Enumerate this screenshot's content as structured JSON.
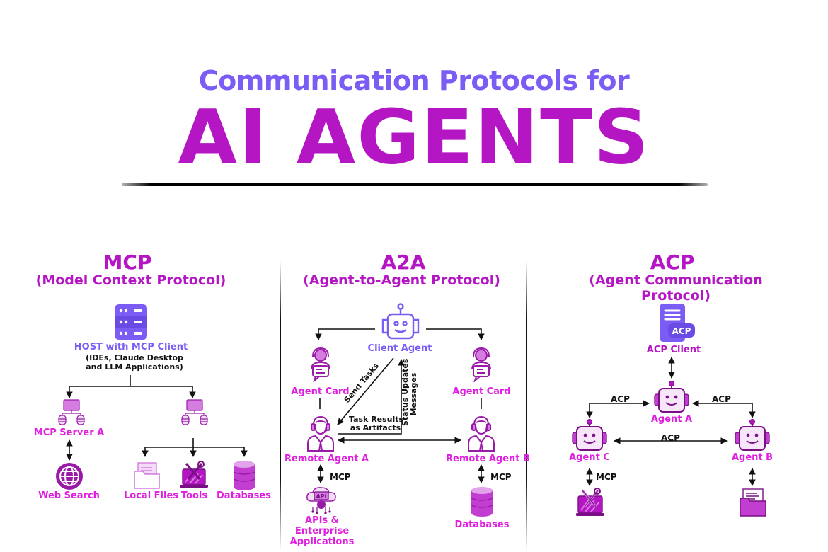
{
  "header": {
    "subtitle": "Communication Protocols for",
    "title": "AI AGENTS"
  },
  "colors": {
    "magenta": "#b516c4",
    "label_magenta": "#e01ee0",
    "violet": "#7b5cf5",
    "icon_fill": "#d47ce0",
    "icon_light": "#f3dcf6",
    "line": "#111111"
  },
  "mcp": {
    "title": "MCP",
    "subtitle": "(Model Context Protocol)",
    "host_label": "HOST with MCP Client",
    "host_desc_1": "(IDEs, Claude Desktop",
    "host_desc_2": "and LLM Applications)",
    "server_a_label": "MCP Server A",
    "web_search_label": "Web Search",
    "local_files_label": "Local Files",
    "tools_label": "Tools",
    "databases_label": "Databases",
    "icons": [
      "server-rack-icon",
      "network-server-icon",
      "globe-icon",
      "folder-icon",
      "tools-laptop-icon",
      "database-icon"
    ]
  },
  "a2a": {
    "title": "A2A",
    "subtitle": "(Agent-to-Agent Protocol)",
    "client_agent_label": "Client Agent",
    "agent_card_left": "Agent Card",
    "agent_card_right": "Agent Card",
    "send_tasks": "Send Tasks",
    "status_updates_1": "Status Updates",
    "status_updates_2": "Messages",
    "task_results_1": "Task Results",
    "task_results_2": "as Artifacts",
    "remote_a_label": "Remote Agent A",
    "remote_b_label": "Remote Agent B",
    "mcp_left": "MCP",
    "mcp_right": "MCP",
    "apis_1": "APIs &",
    "apis_2": "Enterprise",
    "apis_3": "Applications",
    "api_badge": "API",
    "databases_label": "Databases"
  },
  "acp": {
    "title": "ACP",
    "subtitle": "(Agent Communication Protocol)",
    "client_badge": "ACP",
    "client_label": "ACP Client",
    "agent_a_label": "Agent A",
    "agent_b_label": "Agent B",
    "agent_c_label": "Agent C",
    "acp_left": "ACP",
    "acp_right": "ACP",
    "acp_middle": "ACP",
    "mcp_label": "MCP"
  }
}
